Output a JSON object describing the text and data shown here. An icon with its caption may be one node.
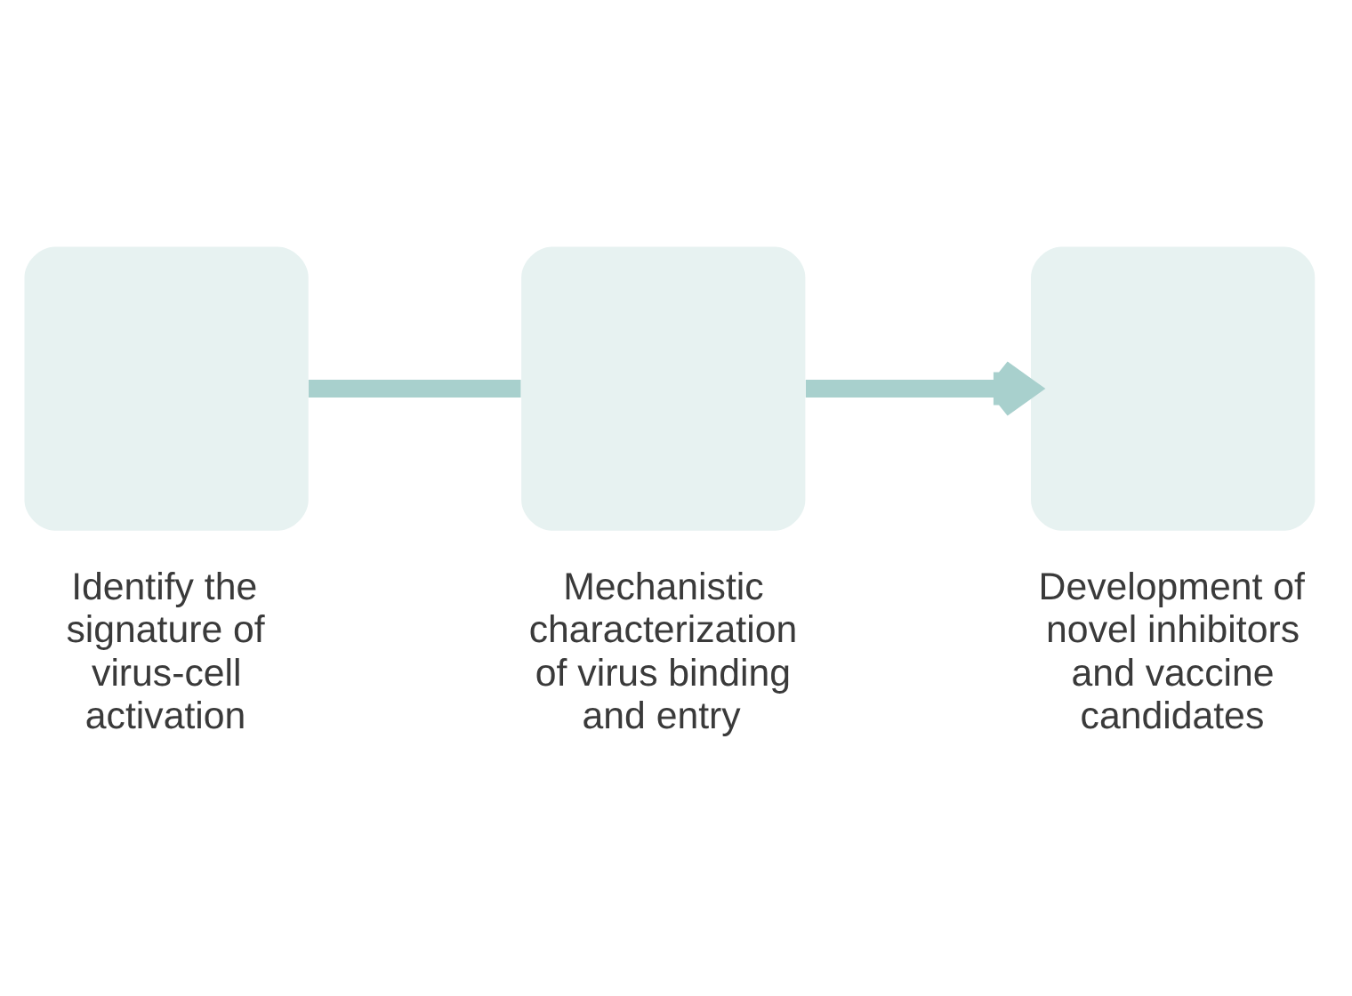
{
  "diagram": {
    "nodes": [
      {
        "text": [],
        "shape": "box",
        "beside": [
          "Identify the signature of virus-cell activation"
        ]
      },
      {
        "text": [],
        "shape": "box",
        "beside": [
          "Mechanistic characterization of virus binding and entry"
        ]
      },
      {
        "text": [],
        "shape": "box",
        "beside": [
          "Development of novel inhibitors and vaccine candidates"
        ]
      }
    ],
    "edges": [
      {
        "from": 0,
        "to": 1,
        "arrow": "none"
      },
      {
        "from": 1,
        "to": 2,
        "arrow": "to"
      }
    ]
  }
}
